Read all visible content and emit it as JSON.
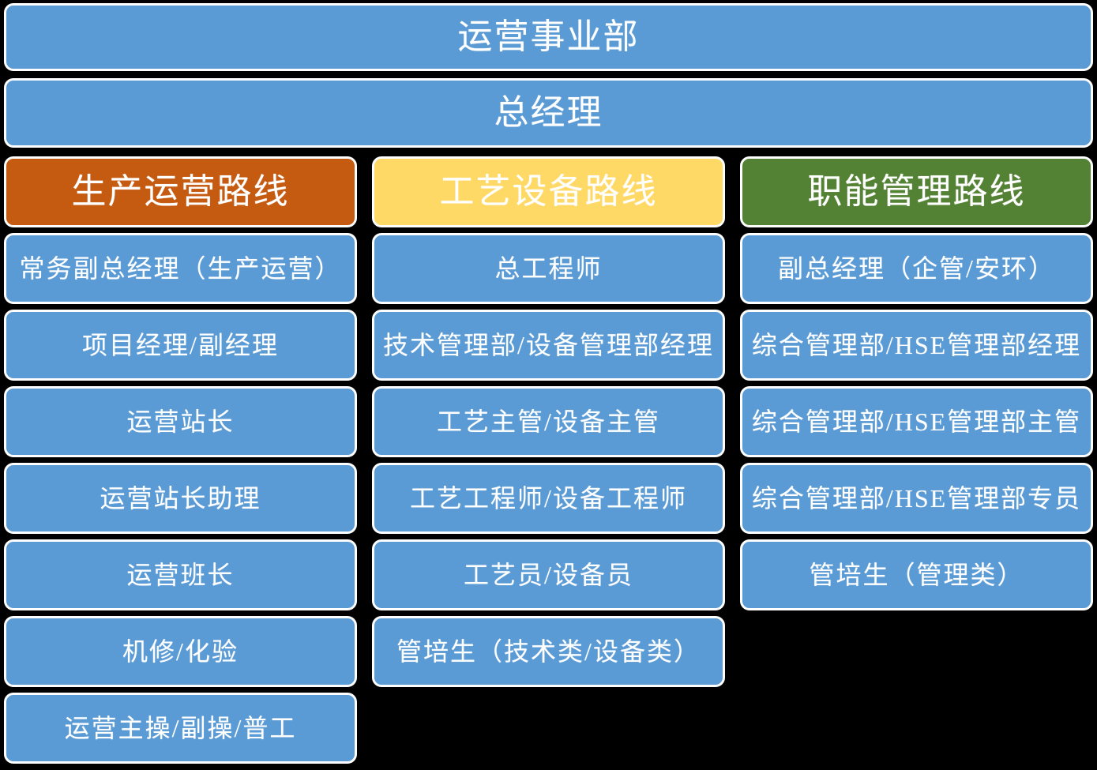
{
  "banners": [
    {
      "label": "运营事业部"
    },
    {
      "label": "总经理"
    }
  ],
  "columns": [
    {
      "header": "生产运营路线",
      "header_color": "#C55A11",
      "items": [
        "常务副总经理（生产运营）",
        "项目经理/副经理",
        "运营站长",
        "运营站长助理",
        "运营班长",
        "机修/化验",
        "运营主操/副操/普工"
      ]
    },
    {
      "header": "工艺设备路线",
      "header_color": "#FFD966",
      "items": [
        "总工程师",
        "技术管理部/设备管理部经理",
        "工艺主管/设备主管",
        "工艺工程师/设备工程师",
        "工艺员/设备员",
        "管培生（技术类/设备类）"
      ]
    },
    {
      "header": "职能管理路线",
      "header_color": "#548235",
      "items": [
        "副总经理（企管/安环）",
        "综合管理部/HSE管理部经理",
        "综合管理部/HSE管理部主管",
        "综合管理部/HSE管理部专员",
        "管培生（管理类）"
      ]
    }
  ],
  "colors": {
    "node_blue": "#5B9BD5",
    "track_orange": "#C55A11",
    "track_yellow": "#FFD966",
    "track_green": "#548235",
    "border_white": "#FDFDFD",
    "background": "#000000",
    "text": "#FFFFFF"
  }
}
